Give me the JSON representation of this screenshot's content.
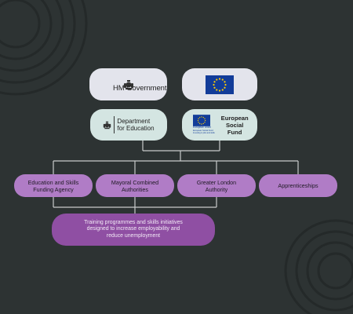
{
  "funders": {
    "hm_government": "HM Government",
    "department_for_education": [
      "Department",
      "for Education"
    ],
    "european_social_fund": [
      "European",
      "Social",
      "Fund"
    ],
    "eu_caption": [
      "European Union",
      "European Social Fund",
      "Investing in jobs and skills"
    ]
  },
  "delivery_bodies": [
    [
      "Education and Skills",
      "Funding Agency"
    ],
    [
      "Mayoral Combined",
      "Authorities"
    ],
    [
      "Greater London",
      "Authority"
    ],
    [
      "Apprenticeships"
    ]
  ],
  "outcome": [
    "Training programmes and skills initiatives",
    "designed to increase employability and",
    "reduce unemployment"
  ],
  "colors": {
    "background": "#2d3333",
    "connector": "#c9cccc",
    "funder_top": "#e3e4ec",
    "funder_bottom": "#d4e5e2",
    "delivery_body": "#b07cc6",
    "outcome": "#8f4fa3",
    "eu_blue": "#123c99",
    "eu_star": "#ffcc00"
  },
  "icons": [
    "royal-crest-icon",
    "eu-flag-icon"
  ]
}
